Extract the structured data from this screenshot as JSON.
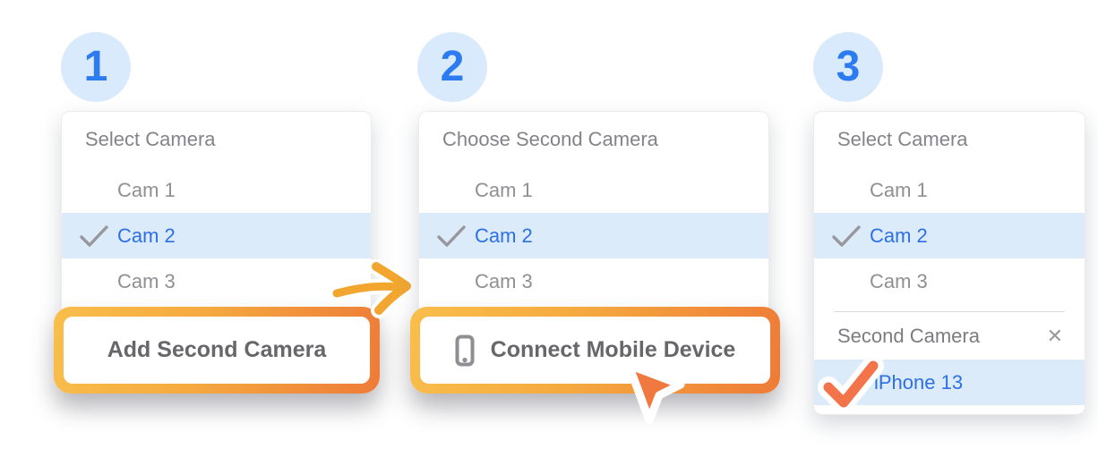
{
  "colors": {
    "accent_blue": "#2D7BF0",
    "badge_bg": "#D9EAFC",
    "selected_row_bg": "#DCEBFA",
    "selected_text_blue": "#2D6FE8",
    "muted_gray_text": "#8F8F94",
    "button_gradient_start": "#F9BE4B",
    "button_gradient_end": "#EE7B37",
    "arrow_amber": "#F2A62F",
    "cursor_orange": "#F0793F",
    "orange_check": "#F3734B"
  },
  "steps": [
    {
      "number": "1",
      "dropdown": {
        "title": "Select Camera",
        "options": [
          {
            "label": "Cam 1",
            "selected": false
          },
          {
            "label": "Cam 2",
            "selected": true
          },
          {
            "label": "Cam 3",
            "selected": false
          }
        ]
      },
      "button": {
        "label": "Add Second Camera"
      }
    },
    {
      "number": "2",
      "dropdown": {
        "title": "Choose Second Camera",
        "options": [
          {
            "label": "Cam 1",
            "selected": false
          },
          {
            "label": "Cam 2",
            "selected": true
          },
          {
            "label": "Cam 3",
            "selected": false
          }
        ]
      },
      "button": {
        "label": "Connect Mobile Device"
      }
    },
    {
      "number": "3",
      "dropdown": {
        "title": "Select Camera",
        "options": [
          {
            "label": "Cam 1",
            "selected": false
          },
          {
            "label": "Cam 2",
            "selected": true
          },
          {
            "label": "Cam 3",
            "selected": false
          }
        ],
        "second_section": {
          "title": "Second Camera",
          "close_icon": "✕",
          "options": [
            {
              "label": "iPhone 13",
              "selected": true
            }
          ]
        }
      }
    }
  ]
}
